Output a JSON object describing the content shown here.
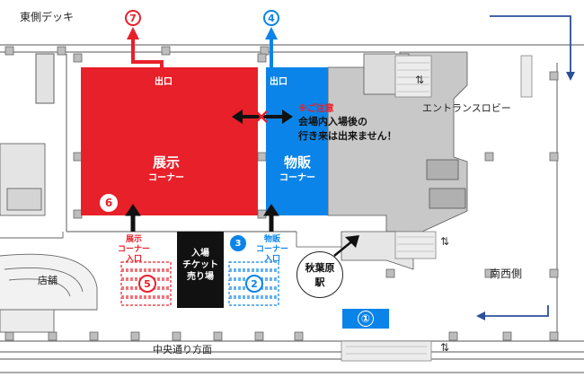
{
  "labels": {
    "east_deck": "東側デッキ",
    "entrance_lobby": "エントランスロビー",
    "southwest": "南西側",
    "central_street": "中央通り方面",
    "store": "店舗",
    "station_line1": "秋葉原",
    "station_line2": "駅",
    "exit_red": "出口",
    "exit_blue": "出口",
    "exhibit_title": "展示",
    "exhibit_sub": "コーナー",
    "goods_title": "物販",
    "goods_sub": "コーナー",
    "ticket_line1": "入場",
    "ticket_line2": "チケット",
    "ticket_line3": "売り場",
    "exhibit_entry_line1": "展示",
    "exhibit_entry_line2": "コーナー",
    "exhibit_entry_line3": "入口",
    "goods_entry_line1": "物販",
    "goods_entry_line2": "コーナー",
    "goods_entry_line3": "入口",
    "notice_title": "※ご注意",
    "notice_line1": "会場内入場後の",
    "notice_line2": "行き来は出来ません！"
  },
  "markers": {
    "m1": "①",
    "m2": "2",
    "m3": "3",
    "m4": "4",
    "m5": "5",
    "m6": "6",
    "m7": "7"
  },
  "colors": {
    "exhibit_red": "#e8202a",
    "goods_blue": "#0a84e8",
    "building_gray": "#c8c8c8",
    "ticket_black": "#111111",
    "arrow_navy": "#2c4f9a"
  }
}
